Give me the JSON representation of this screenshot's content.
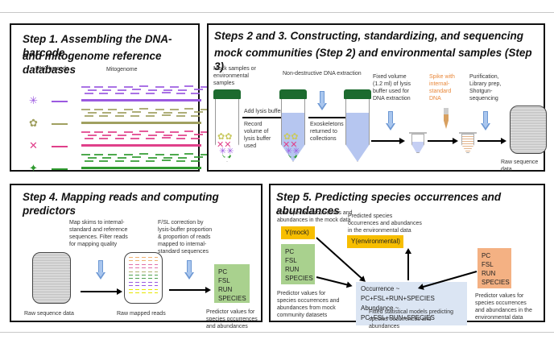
{
  "step1": {
    "title_line1": "Step 1. Assembling the DNA-barcode",
    "title_line2": "and mitogenome reference databases",
    "col_barcode": "DNA barcode",
    "col_mitogenome": "Mitogenome",
    "rows": [
      {
        "icon": "spider-icon",
        "glyph": "✳",
        "color": "#9b59e0"
      },
      {
        "icon": "beetle-icon",
        "glyph": "✿",
        "color": "#a0a060"
      },
      {
        "icon": "dragonfly-icon",
        "glyph": "✕",
        "color": "#e0408a"
      },
      {
        "icon": "bee-icon",
        "glyph": "✦",
        "color": "#2f9a2f"
      }
    ]
  },
  "step23": {
    "title_line1": "Steps 2 and 3. Constructing, standardizing, and sequencing",
    "title_line2": "mock communities (Step 2) and environmental samples (Step 3)",
    "mock_samples": "Mock samples or environmental samples",
    "non_destructive": "Non-destructive DNA extraction",
    "add_lysis": "Add lysis buffer",
    "record_volume": "Record volume of lysis buffer used",
    "exoskeletons": "Exoskeletons returned to collections",
    "fixed_volume": "Fixed volume (1.2 ml) of lysis buffer used for DNA extraction",
    "spike": "Spike with internal-standard DNA",
    "spike_color": "#e8873a",
    "purification": "Purification, Library prep, Shotgun-sequencing",
    "raw_sequence": "Raw sequence data"
  },
  "step4": {
    "title": "Step 4. Mapping reads and computing predictors",
    "map_skims": "Map skims to internal-standard and reference sequences. Filter reads for mapping quality",
    "fsl_correction": "F/SL correction by lysis-buffer proportion & proportion of reads mapped to internal-standard sequences",
    "raw_sequence": "Raw sequence data",
    "raw_mapped": "Raw mapped reads",
    "predictors": [
      "PC",
      "FSL",
      "RUN",
      "SPECIES"
    ],
    "predictor_caption": "Predictor values for species occurrences and abundances",
    "predictor_color": "#a9d18e"
  },
  "step5": {
    "title": "Step 5. Predicting species occurrences and abundances",
    "true_species": "True species occurrences and abundances in the mock data",
    "y_mock": "Y(mock)",
    "mock_predictors": [
      "PC",
      "FSL",
      "RUN",
      "SPECIES"
    ],
    "mock_caption": "Predictor values for species occurrences and abundances from mock community datasets",
    "predicted_species": "Predicted species occurrences and abundances in the environmental data",
    "y_env": "Y(environmental)",
    "model_occurrence": "Occurrence ~ PC+FSL+RUN+SPECIES",
    "model_abundance": "Abundance ~ PC+FSL+RUN+SPECIES",
    "model_caption": "Fitted statistical models predicting species occurrences and abundances",
    "env_predictors": [
      "PC",
      "FSL",
      "RUN",
      "SPECIES"
    ],
    "env_caption": "Predictor values for species occurrences and abundances in the environmental data",
    "mock_color": "#a9d18e",
    "env_color": "#f4b183",
    "y_color": "#f7be00",
    "model_color": "#dbe5f3"
  }
}
